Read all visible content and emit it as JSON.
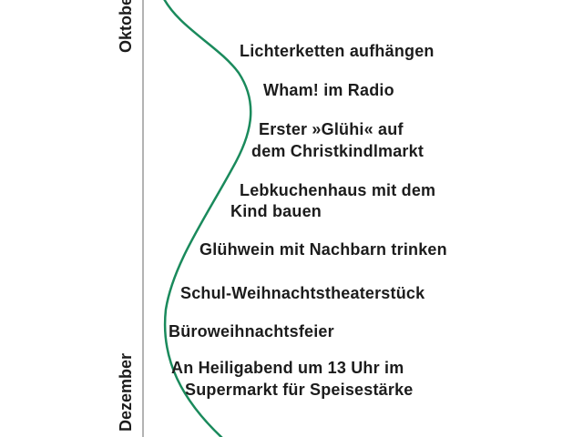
{
  "axis": {
    "top_label": "Oktober",
    "bottom_label": "Dezember"
  },
  "events": [
    {
      "lines": [
        "Lichterketten aufhängen"
      ]
    },
    {
      "lines": [
        "Wham! im Radio"
      ]
    },
    {
      "lines": [
        "Erster »Glühi« auf",
        "dem Christkindlmarkt"
      ]
    },
    {
      "lines": [
        "Lebkuchenhaus mit dem",
        "Kind bauen"
      ]
    },
    {
      "lines": [
        "Glühwein mit Nachbarn trinken"
      ]
    },
    {
      "lines": [
        "Schul-Weihnachtstheaterstück"
      ]
    },
    {
      "lines": [
        "Büroweihnachtsfeier"
      ]
    },
    {
      "lines": [
        "An Heiligabend um 13 Uhr im",
        "Supermarkt für Speisestärke"
      ]
    }
  ],
  "colors": {
    "curve": "#1a8a5c",
    "axis": "#9a9a9a"
  }
}
